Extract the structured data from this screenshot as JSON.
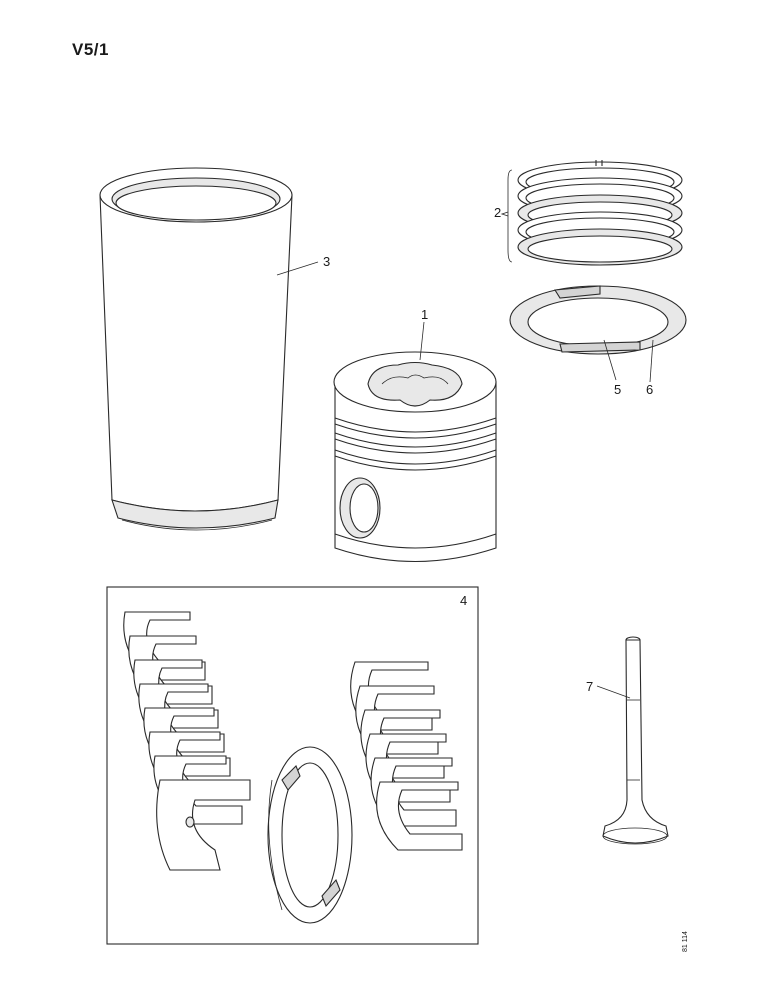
{
  "page": {
    "title": "V5/1",
    "drawing_code": "81 114"
  },
  "callouts": {
    "piston": "1",
    "piston_rings": "2",
    "cylinder_liner": "3",
    "bearing_set": "4",
    "thrust_washer_a": "5",
    "thrust_washer_b": "6",
    "valve": "7"
  }
}
